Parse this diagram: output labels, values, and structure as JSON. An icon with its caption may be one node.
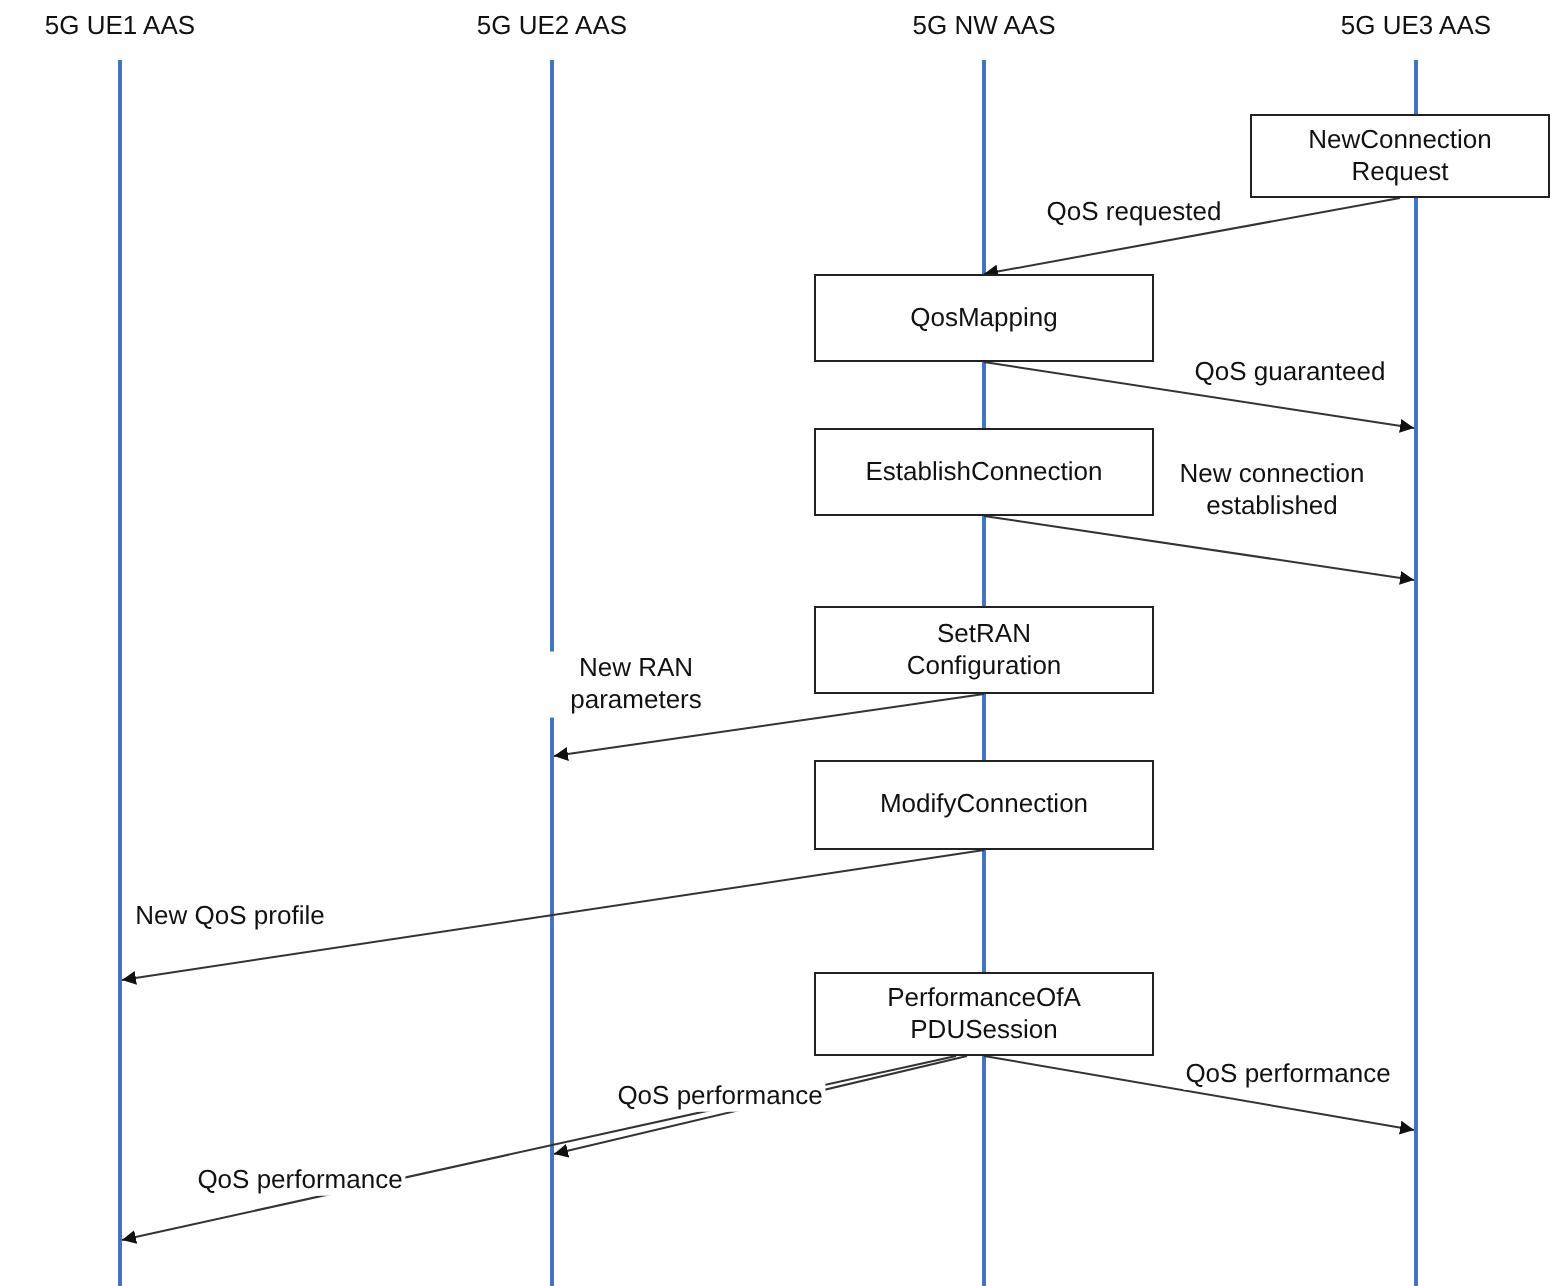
{
  "diagram": {
    "nodes": [
      {
        "text": [
          "5G UE1 AAS"
        ]
      },
      {
        "text": [
          "5G UE2 AAS"
        ]
      },
      {
        "text": [
          "5G NW AAS"
        ]
      },
      {
        "text": [
          "5G UE3 AAS"
        ]
      },
      {
        "text": [
          "NewConnection Request"
        ],
        "in": 3
      },
      {
        "text": [
          "QosMapping"
        ],
        "in": 2
      },
      {
        "text": [
          "EstablishConnection"
        ],
        "in": 2
      },
      {
        "text": [
          "SetRAN Configuration"
        ],
        "in": 2
      },
      {
        "text": [
          "ModifyConnection"
        ],
        "in": 2
      },
      {
        "text": [
          "PerformanceOfA PDUSession"
        ],
        "in": 2
      }
    ],
    "edges": [
      {
        "from": 4,
        "to": 5,
        "arrow": "to",
        "label": "QoS requested"
      },
      {
        "from": 5,
        "to": 3,
        "arrow": "to",
        "label": "QoS guaranteed"
      },
      {
        "from": 6,
        "to": 3,
        "arrow": "to",
        "label": "New connection established"
      },
      {
        "from": 7,
        "to": 1,
        "arrow": "to",
        "label": "New RAN parameters"
      },
      {
        "from": 8,
        "to": 0,
        "arrow": "to",
        "label": "New QoS profile"
      },
      {
        "from": 9,
        "to": 3,
        "arrow": "to",
        "label": "QoS performance"
      },
      {
        "from": 9,
        "to": 1,
        "arrow": "to",
        "label": "QoS performance"
      },
      {
        "from": 9,
        "to": 0,
        "arrow": "to",
        "label": "QoS performance"
      }
    ]
  }
}
